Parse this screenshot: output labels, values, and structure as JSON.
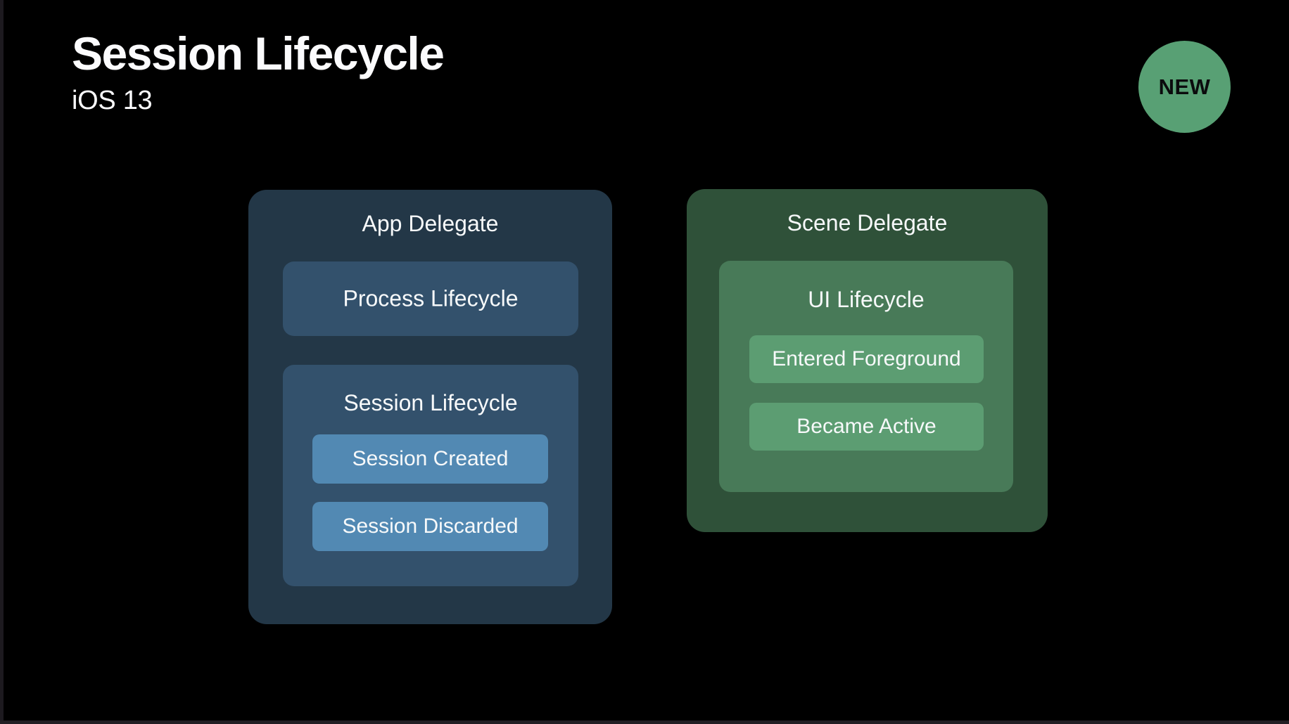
{
  "slide": {
    "title": "Session Lifecycle",
    "subtitle": "iOS 13",
    "new_badge": {
      "label": "NEW"
    }
  },
  "diagram": {
    "app_delegate": {
      "title": "App Delegate",
      "process_lifecycle": {
        "label": "Process Lifecycle"
      },
      "session_lifecycle": {
        "label": "Session Lifecycle",
        "items": [
          {
            "label": "Session Created"
          },
          {
            "label": "Session Discarded"
          }
        ]
      }
    },
    "scene_delegate": {
      "title": "Scene Delegate",
      "ui_lifecycle": {
        "label": "UI Lifecycle",
        "items": [
          {
            "label": "Entered Foreground"
          },
          {
            "label": "Became Active"
          }
        ]
      }
    }
  },
  "colors": {
    "background": "#000000",
    "frame_edge": "#1d1a1f",
    "badge_green": "#58a074",
    "badge_text": "#0b0b0d",
    "app_card": "#233747",
    "app_inner_box": "#33516c",
    "app_leaf_box": "#5289b3",
    "scene_card": "#2f5139",
    "scene_inner_box": "#487a58",
    "scene_leaf_box": "#5c9d72",
    "text": "#f7f9fa"
  }
}
